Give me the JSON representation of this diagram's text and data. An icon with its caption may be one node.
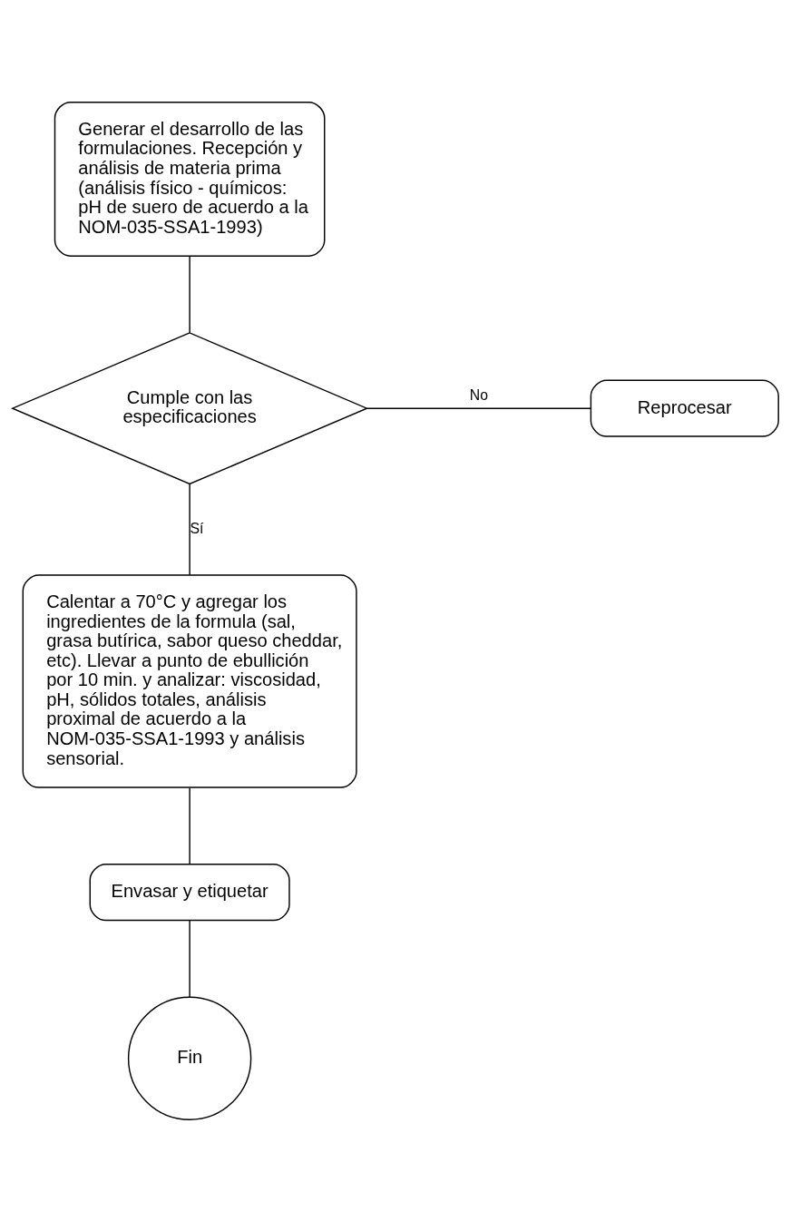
{
  "diagram": {
    "nodes": [
      {
        "text": [
          "Generar el desarrollo de las formulaciones. Recepción y análisis de materia prima (análisis físico - químicos: pH de suero de acuerdo a la NOM-035-SSA1-1993)"
        ]
      },
      {
        "text": [
          "Cumple con las especificaciones"
        ]
      },
      {
        "text": [
          "Reprocesar"
        ]
      },
      {
        "text": [
          "Calentar a 70°C y agregar los ingredientes de la formula (sal, grasa butírica, sabor queso cheddar, etc). Llevar a punto de ebullición por 10 min. y analizar: viscosidad, pH, sólidos totales, análisis proximal de acuerdo a la NOM-035-SSA1-1993 y análisis sensorial."
        ]
      },
      {
        "text": [
          "Envasar y etiquetar"
        ]
      },
      {
        "text": [
          "Fin"
        ]
      }
    ],
    "edges": [
      {
        "from": 0,
        "to": 1,
        "arrow": "none"
      },
      {
        "from": 1,
        "to": 2,
        "arrow": "none",
        "label": "No"
      },
      {
        "from": 1,
        "to": 3,
        "arrow": "none",
        "label": "Sí"
      },
      {
        "from": 3,
        "to": 4,
        "arrow": "none"
      },
      {
        "from": 4,
        "to": 5,
        "arrow": "none"
      }
    ]
  }
}
